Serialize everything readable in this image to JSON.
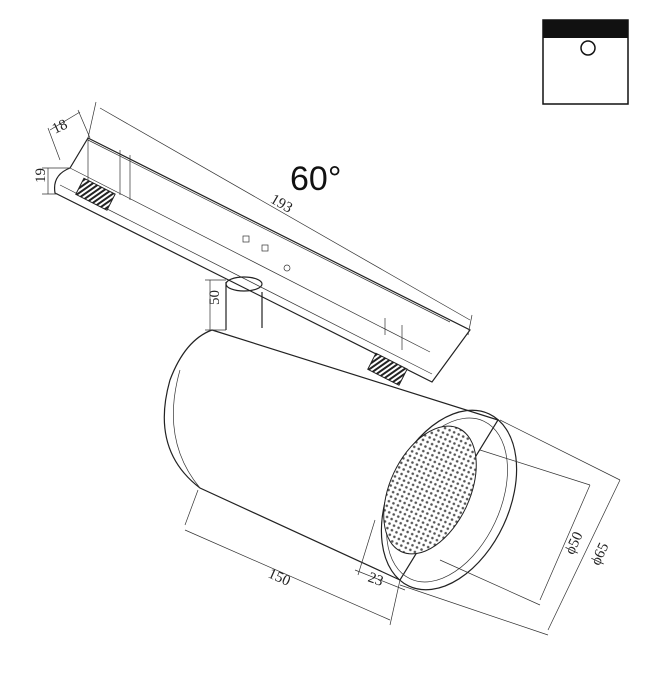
{
  "drawing": {
    "angle_label": "60°",
    "dimensions": {
      "rail_width": "18",
      "rail_height": "19",
      "rail_length": "193",
      "stem_height": "50",
      "body_length": "150",
      "recess_depth": "23",
      "inner_diameter": "ϕ50",
      "outer_diameter": "ϕ65"
    },
    "icon": "ceiling-mount-icon"
  }
}
